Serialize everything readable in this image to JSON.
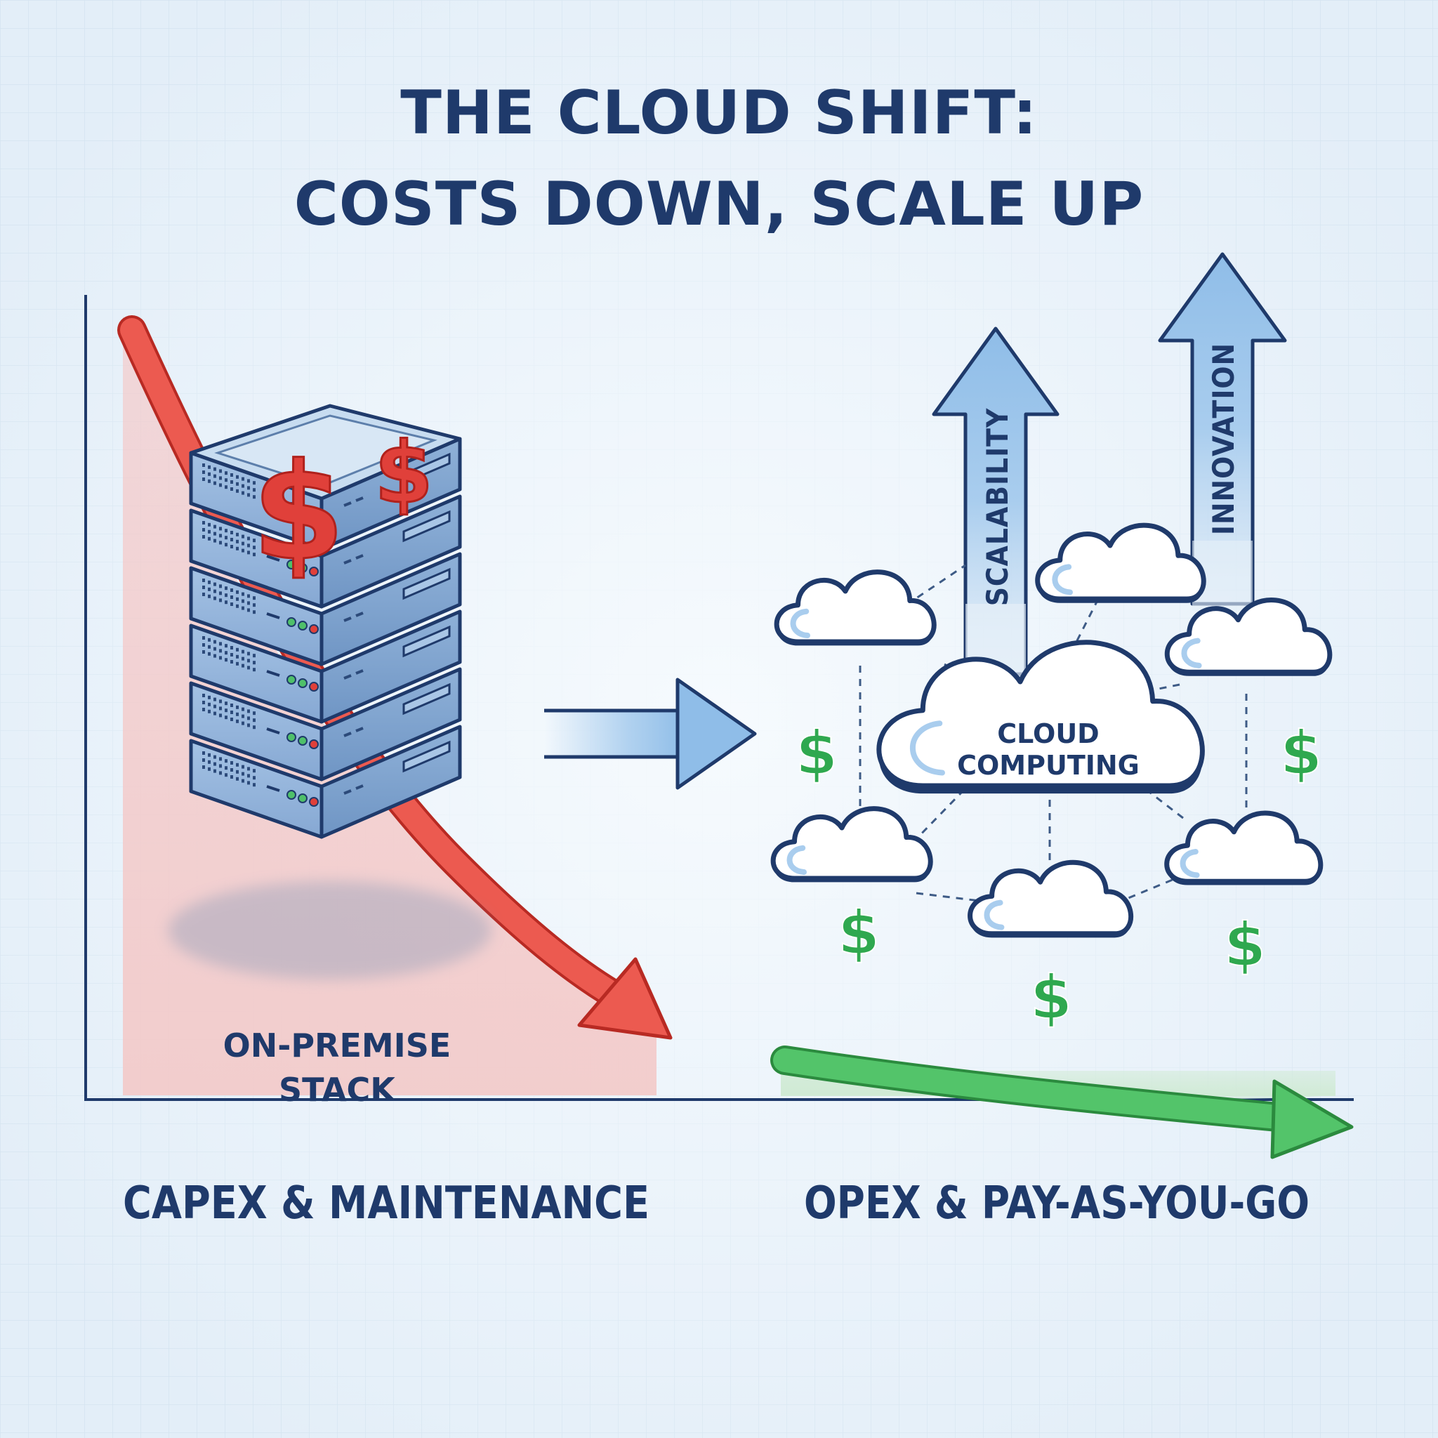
{
  "title": {
    "line1": "THE CLOUD SHIFT:",
    "line2": "COSTS DOWN, SCALE UP"
  },
  "left": {
    "stack_label_line1": "ON-PREMISE",
    "stack_label_line2": "STACK",
    "bottom_label": "CAPEX & MAINTENANCE",
    "dollar_symbol": "$",
    "colors": {
      "cost_curve": "#e8473f",
      "cost_fill": "#f3c9c8"
    }
  },
  "right": {
    "cloud_label_line1": "CLOUD",
    "cloud_label_line2": "COMPUTING",
    "arrow1_label": "SCALABILITY",
    "arrow2_label": "INNOVATION",
    "bottom_label": "OPEX & PAY-AS-YOU-GO",
    "dollar_symbol": "$",
    "colors": {
      "cost_curve": "#3fae54",
      "cost_fill": "#cfead3",
      "growth_arrow": "#a9cdee"
    }
  }
}
